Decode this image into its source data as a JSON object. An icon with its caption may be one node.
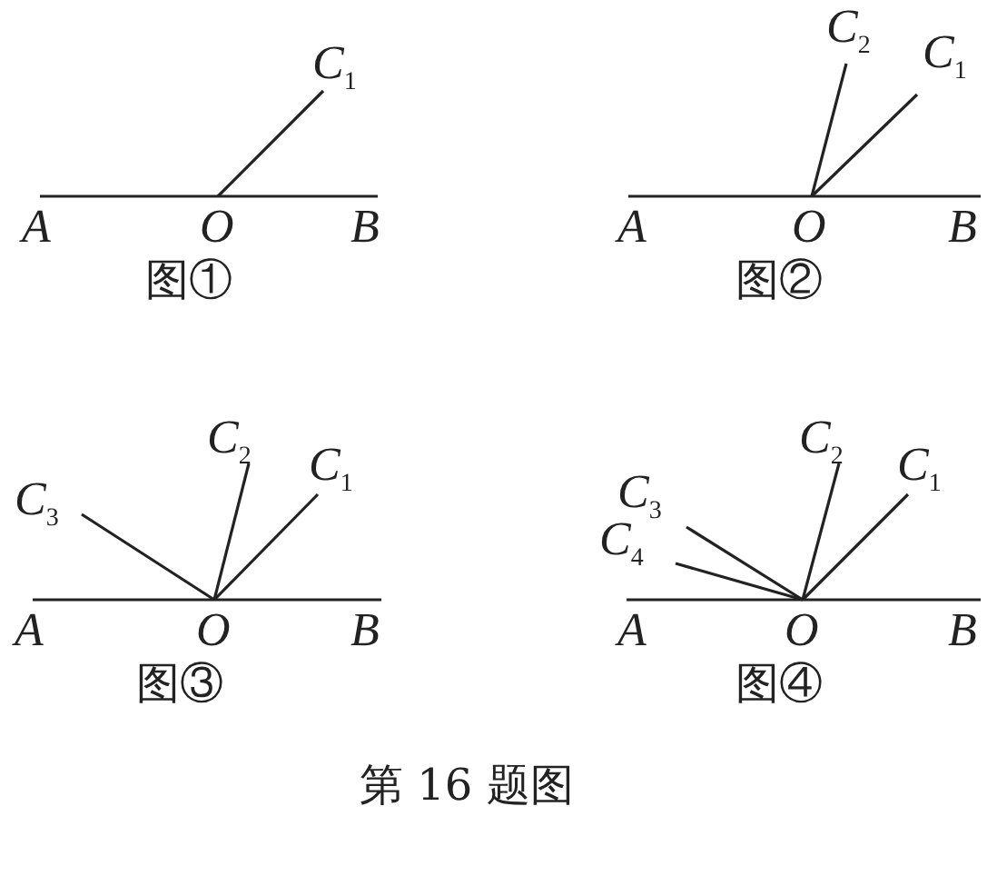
{
  "diagram": {
    "caption": "第 16 题图",
    "labels": [
      "C$_{1}$",
      "A",
      "O",
      "B",
      "图①",
      "C$_{2}$",
      "C$_{1}$",
      "A",
      "O",
      "B",
      "图②",
      "C$_{2}$",
      "C$_{1}$",
      "C$_{3}$",
      "A",
      "O",
      "B",
      "图③",
      "C$_{2}$",
      "C$_{1}$",
      "C$_{3}$",
      "C$_{4}$",
      "A",
      "O",
      "B",
      "图④"
    ]
  }
}
